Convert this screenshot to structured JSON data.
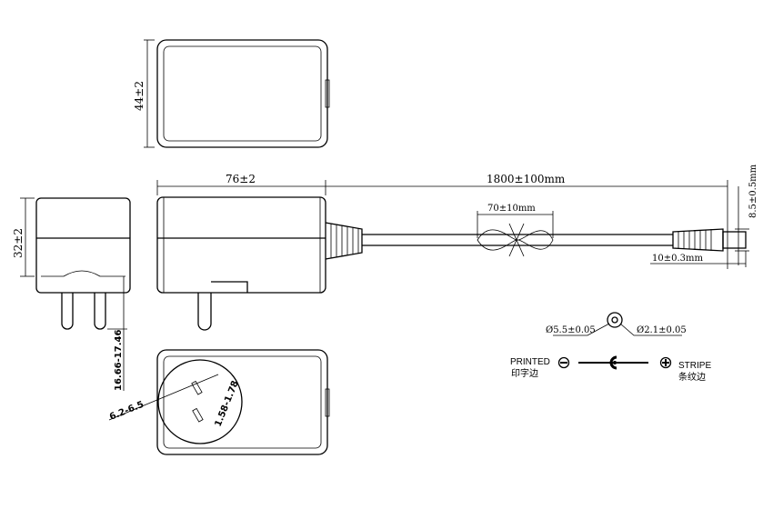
{
  "dimensions": {
    "height_top": "44±2",
    "length": "76±2",
    "cable_length": "1800±100mm",
    "plug_diameter": "8.5±0.5mm",
    "knot_length": "70±10mm",
    "width_front": "32±2",
    "plug_tip_length": "10±0.3mm",
    "pin_length": "16.66-17.46",
    "pin_spacing": "6.2-6.5",
    "pin_width": "1.58-1.78",
    "outer_diameter": "Ø5.5±0.05",
    "inner_diameter": "Ø2.1±0.05"
  },
  "polarity": {
    "printed_label": "PRINTED",
    "printed_label_cn": "印字边",
    "stripe_label": "STRIPE",
    "stripe_label_cn": "条纹边"
  }
}
